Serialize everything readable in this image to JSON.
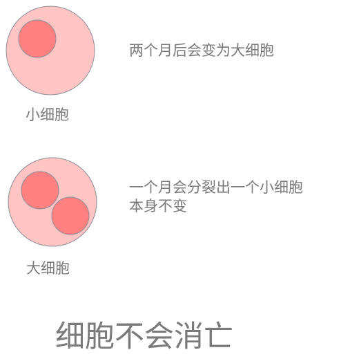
{
  "small_cell": {
    "label": "小细胞",
    "description": "两个月后会变为大细胞"
  },
  "large_cell": {
    "label": "大细胞",
    "description_line1": "一个月会分裂出一个小细胞",
    "description_line2": "本身不变"
  },
  "conclusion": "细胞不会消亡",
  "colors": {
    "outer_fill": "#ffc4c4",
    "inner_fill": "#ff8080",
    "stroke": "#8e8e96",
    "text": "#7a7a7a"
  }
}
